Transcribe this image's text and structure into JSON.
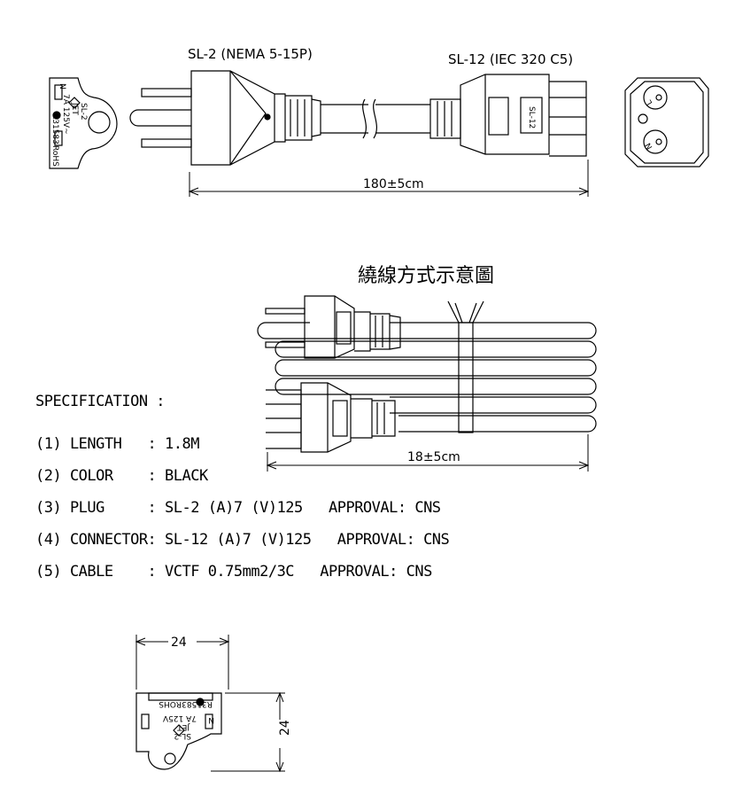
{
  "labels": {
    "plug_title": "SL-2 (NEMA 5-15P)",
    "connector_title": "SL-12 (IEC 320 C5)",
    "length_total": "180±5cm",
    "winding_title": "繞線方式示意圖",
    "winding_length": "18±5cm",
    "width_dim": "24",
    "height_dim": "24"
  },
  "plug_face": {
    "n": "N",
    "model": "SL-2",
    "mark": "JET",
    "rating": "7A 125V~",
    "cert": "R31583",
    "rohs": "RoHS"
  },
  "connector_face": {
    "model": "SL-12"
  },
  "socket_face": {
    "l": "L",
    "n": "N"
  },
  "bottom_plug": {
    "cert_line": "R31583ROHS",
    "rating": "7A 125V",
    "mark": "JET",
    "model": "SL-2",
    "n": "N"
  },
  "spec": {
    "heading": "SPECIFICATION :",
    "lines": [
      "(1) LENGTH   : 1.8M",
      "(2) COLOR    : BLACK",
      "(3) PLUG     : SL-2 (A)7 (V)125   APPROVAL: CNS",
      "(4) CONNECTOR: SL-12 (A)7 (V)125   APPROVAL: CNS",
      "(5) CABLE    : VCTF 0.75mm2/3C   APPROVAL: CNS"
    ]
  }
}
